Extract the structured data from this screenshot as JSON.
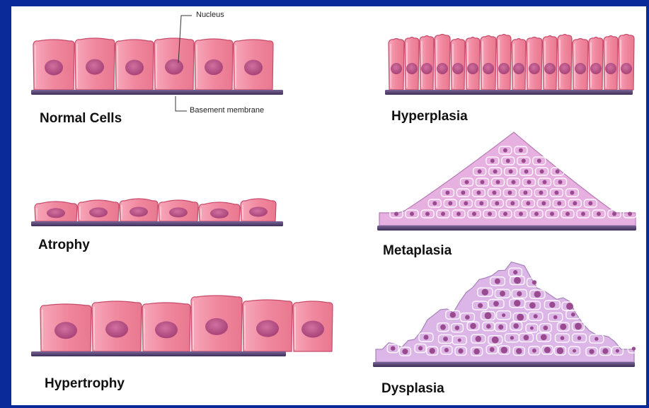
{
  "labels": {
    "normal": "Normal Cells",
    "atrophy": "Atrophy",
    "hypertrophy": "Hypertrophy",
    "hyperplasia": "Hyperplasia",
    "metaplasia": "Metaplasia",
    "dysplasia": "Dysplasia"
  },
  "annotations": {
    "nucleus": "Nucleus",
    "basement_membrane": "Basement membrane"
  },
  "colors": {
    "background": "#0a2a9a",
    "cell_fill": "#f0889f",
    "cell_stroke": "#c84a6a",
    "nucleus": "#b8507a",
    "membrane": "#5e4a78",
    "metaplasia_cell": "#e6b0e0",
    "dysplasia_cell": "#ddb6e8"
  }
}
